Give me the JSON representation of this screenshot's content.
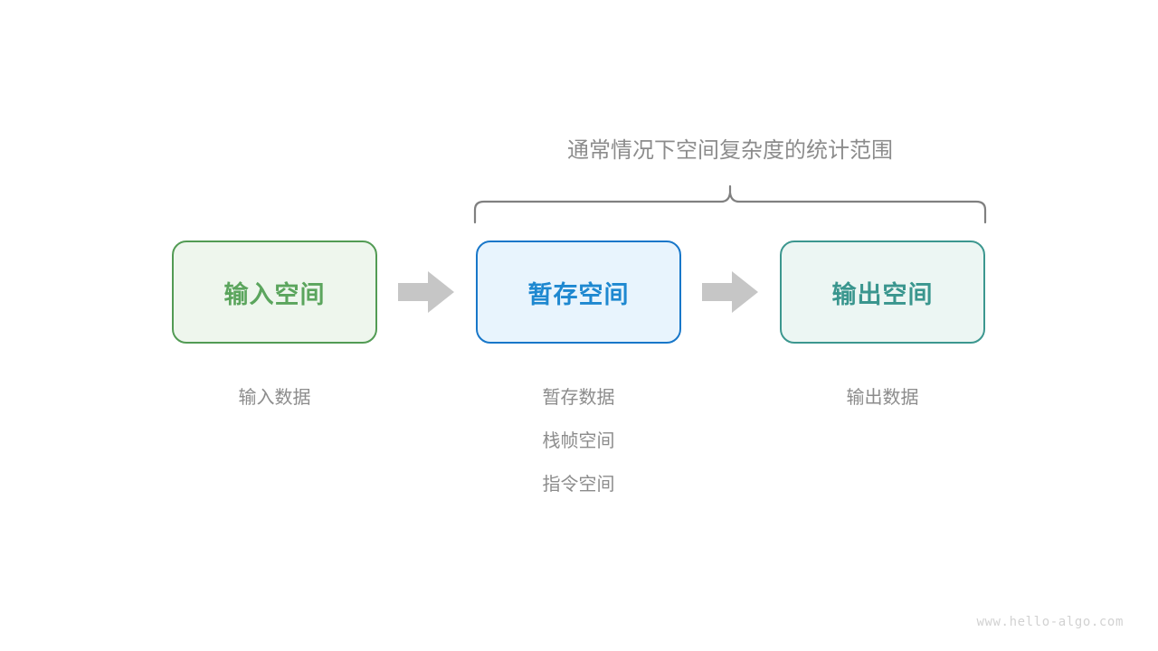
{
  "diagram": {
    "scope_title": {
      "prefix": "通常情况下",
      "emphasis": "空间复杂度",
      "suffix": "的统计范围"
    },
    "brace": {
      "label": "curly-brace-scope",
      "color": "#808080"
    },
    "boxes": [
      {
        "id": "input-space",
        "label": "输入空间",
        "text_color": "#5ba55d",
        "border_color": "#529b54",
        "fill_color": "#eef6ed"
      },
      {
        "id": "temp-space",
        "label": "暂存空间",
        "text_color": "#1e88d0",
        "border_color": "#1877c9",
        "fill_color": "#e8f4fd"
      },
      {
        "id": "output-space",
        "label": "输出空间",
        "text_color": "#3a968e",
        "border_color": "#3c978f",
        "fill_color": "#ecf6f3"
      }
    ],
    "arrows": [
      {
        "id": "arrow-input-to-temp",
        "color": "#c6c6c6"
      },
      {
        "id": "arrow-temp-to-output",
        "color": "#c6c6c6"
      }
    ],
    "captions": [
      {
        "id": "input-caption",
        "lines": [
          "输入数据"
        ]
      },
      {
        "id": "temp-caption",
        "lines": [
          "暂存数据",
          "栈帧空间",
          "指令空间"
        ]
      },
      {
        "id": "output-caption",
        "lines": [
          "输出数据"
        ]
      }
    ],
    "caption_color": "#8c8c8c",
    "watermark": "www.hello-algo.com"
  }
}
